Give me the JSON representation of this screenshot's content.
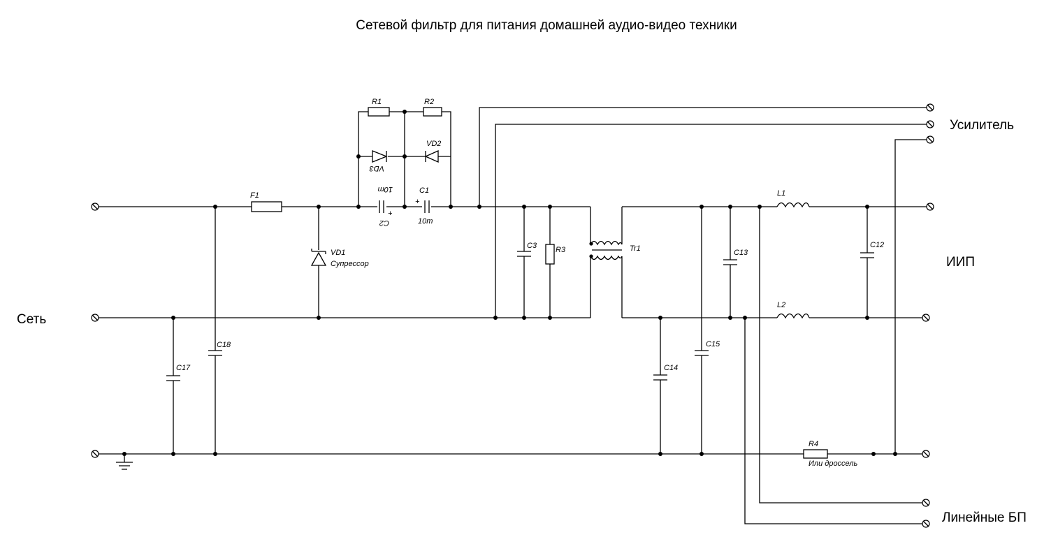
{
  "title": "Сетевой фильтр для питания домашней аудио-видео техники",
  "groups": {
    "mains": "Сеть",
    "amplifier": "Усилитель",
    "smps": "ИИП",
    "linear_psu": "Линейные БП"
  },
  "components": {
    "F1": "F1",
    "R1": "R1",
    "R2": "R2",
    "R3": "R3",
    "R4": "R4",
    "R4_note": "Или дроссель",
    "VD1": "VD1",
    "VD1_note": "Супрессор",
    "VD2": "VD2",
    "VD3": "VD3",
    "C1": "C1",
    "C1_value": "10m",
    "C2": "C2",
    "C2_value": "10m",
    "C3": "C3",
    "C12": "C12",
    "C13": "C13",
    "C14": "C14",
    "C15": "C15",
    "C17": "C17",
    "C18": "C18",
    "L1": "L1",
    "L2": "L2",
    "Tr1": "Tr1",
    "polarity_plus": "+"
  }
}
